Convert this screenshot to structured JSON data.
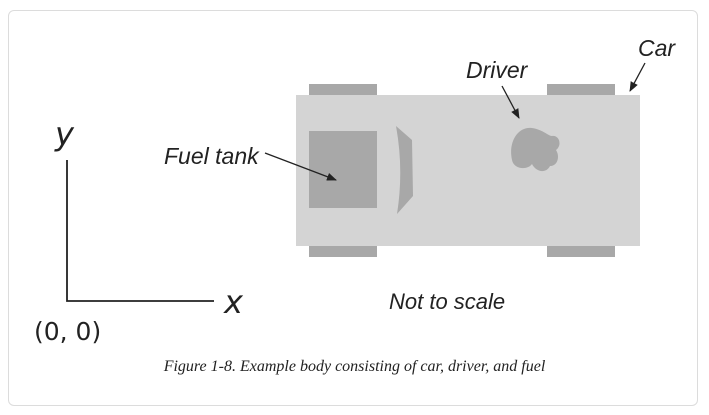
{
  "diagram": {
    "labels": {
      "car": "Car",
      "driver": "Driver",
      "fuel_tank": "Fuel tank",
      "not_to_scale": "Not to scale"
    },
    "axes": {
      "y": "y",
      "x": "x",
      "origin": "(0, 0)"
    },
    "colors": {
      "car_body": "#d4d4d4",
      "components": "#a8a8a8",
      "wheels": "#a8a8a8",
      "ink": "#222222"
    }
  },
  "caption": "Figure 1-8. Example body consisting of car, driver, and fuel"
}
